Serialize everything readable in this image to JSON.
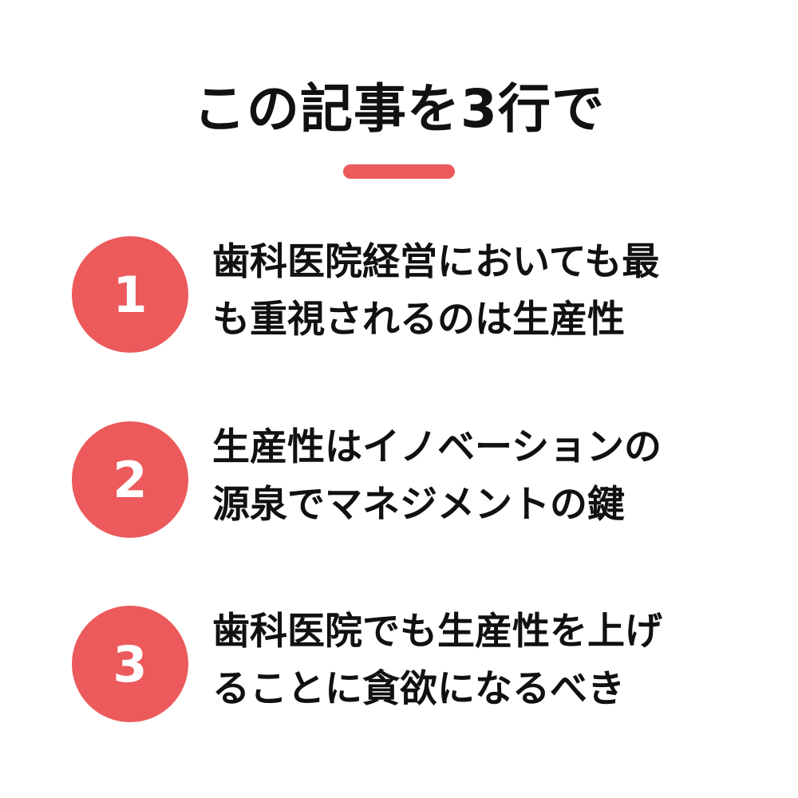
{
  "title": "この記事を3行で",
  "accent_color": "#ec5a5b",
  "items": [
    {
      "number": "1",
      "lines": [
        "歯科医院経営においても最",
        "も重視されるのは生産性"
      ]
    },
    {
      "number": "2",
      "lines": [
        "生産性はイノベーションの",
        "源泉でマネジメントの鍵"
      ]
    },
    {
      "number": "3",
      "lines": [
        "歯科医院でも生産性を上げ",
        "ることに貪欲になるべき"
      ]
    }
  ]
}
